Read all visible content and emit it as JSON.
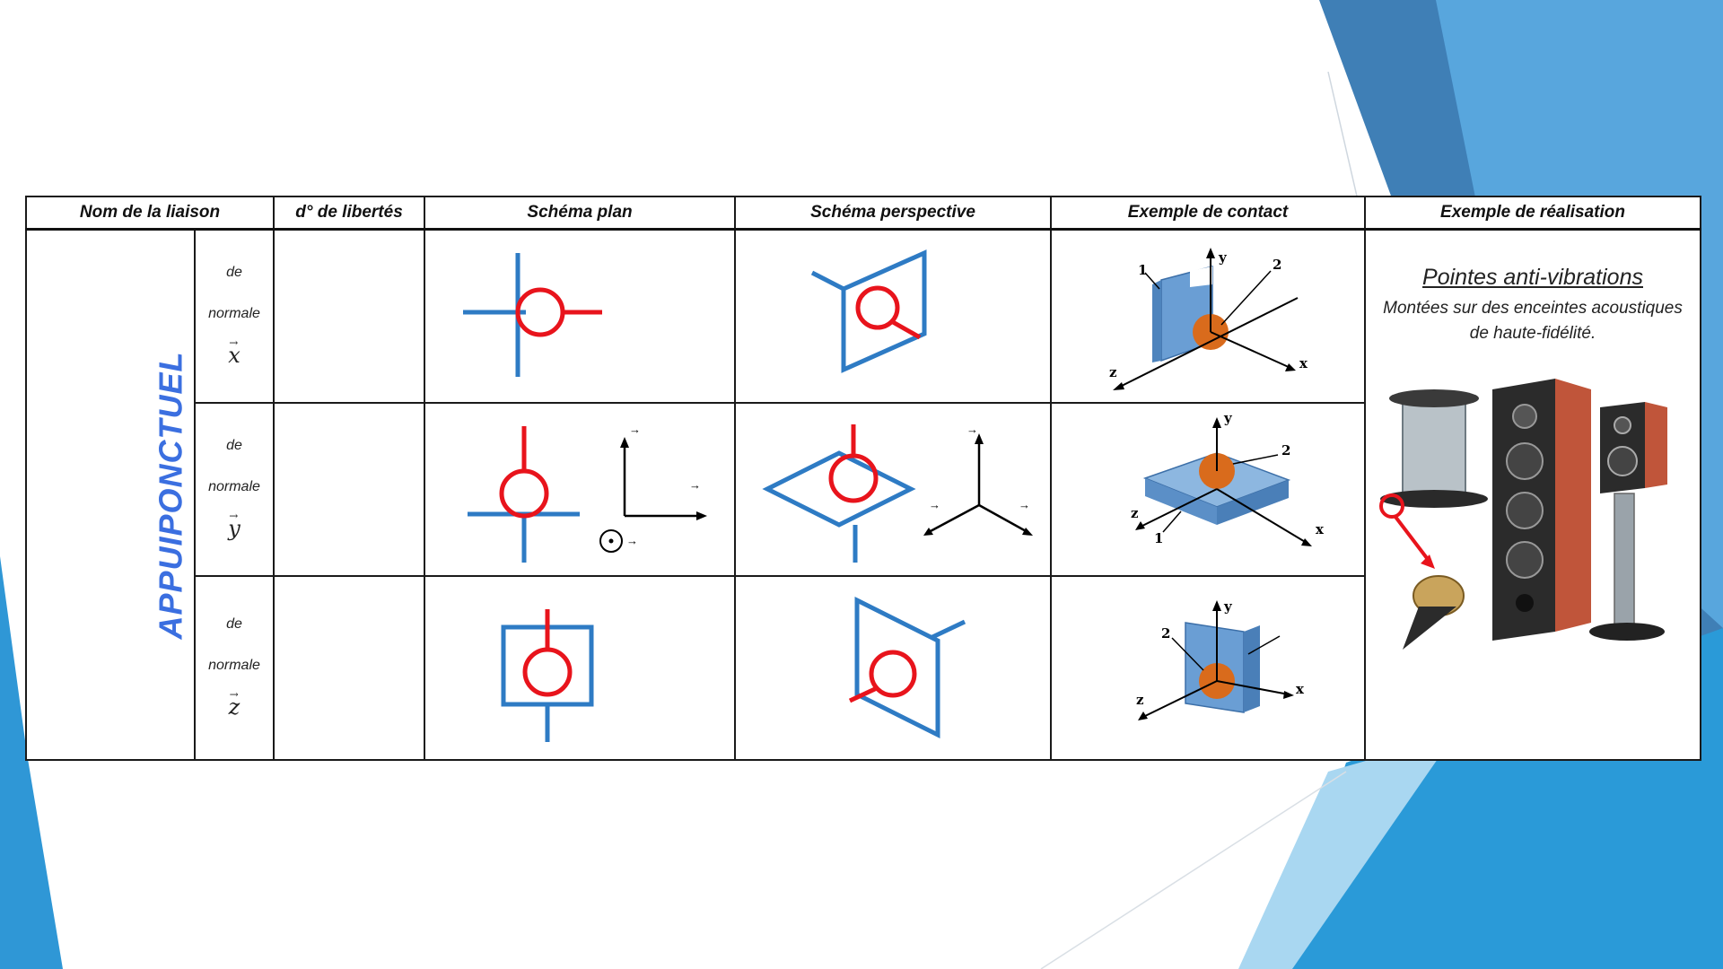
{
  "table": {
    "headers": [
      "Nom de la liaison",
      "d° de libertés",
      "Schéma plan",
      "Schéma perspective",
      "Exemple de contact",
      "Exemple de réalisation"
    ],
    "liaison_name": "APPUIPONCTUEL",
    "rows": [
      {
        "de": "de",
        "normale": "normale",
        "axis": "x"
      },
      {
        "de": "de",
        "normale": "normale",
        "axis": "y"
      },
      {
        "de": "de",
        "normale": "normale",
        "axis": "z"
      }
    ],
    "contact_labels": {
      "row1": {
        "n1": "1",
        "n2": "2",
        "y": "y",
        "x": "x",
        "z": "z"
      },
      "row2": {
        "n1": "1",
        "n2": "2",
        "y": "y",
        "x": "x",
        "z": "z"
      },
      "row3": {
        "n2": "2",
        "y": "y",
        "x": "x",
        "z": "z"
      }
    },
    "arrow_glyph": "→",
    "realisation": {
      "title": "Pointes anti-vibrations",
      "subtitle": "Montées sur des enceintes acoustiques de haute-fidélité."
    }
  },
  "colors": {
    "blue_symbol": "#2e7bc4",
    "red_symbol": "#e8141c",
    "title_blue": "#3b6fe0",
    "block_blue": "#6a9ed4",
    "ball_orange": "#d96b1c"
  }
}
